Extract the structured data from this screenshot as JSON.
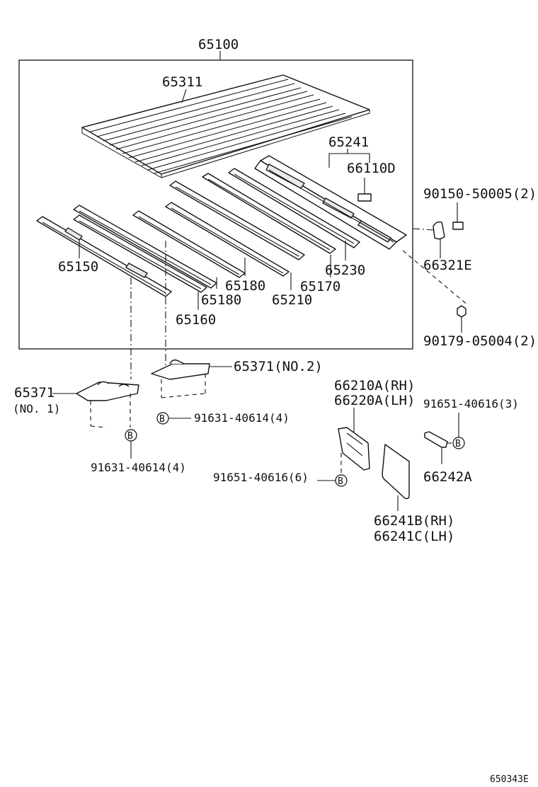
{
  "diagram": {
    "callouts": {
      "p65100": "65100",
      "p65311": "65311",
      "p65241": "65241",
      "p66110D": "66110D",
      "p90150": "90150-50005(2)",
      "p66321E": "66321E",
      "p90179": "90179-05004(2)",
      "p65150": "65150",
      "p65230": "65230",
      "p65180a": "65180",
      "p65170": "65170",
      "p65180b": "65180",
      "p65210": "65210",
      "p65160": "65160",
      "p65371no2": "65371(NO.2)",
      "p65371": "65371",
      "p65371no1": "(NO. 1)",
      "p91631a": "91631-40614(4)",
      "p91631b": "91631-40614(4)",
      "p66210A": "66210A(RH)",
      "p66220A": "66220A(LH)",
      "p91651a": "91651-40616(3)",
      "p91651b": "91651-40616(6)",
      "p66242A": "66242A",
      "p66241B": "66241B(RH)",
      "p66241C": "66241C(LH)"
    },
    "bolt_marker": "B",
    "figure_code": "650343E"
  }
}
